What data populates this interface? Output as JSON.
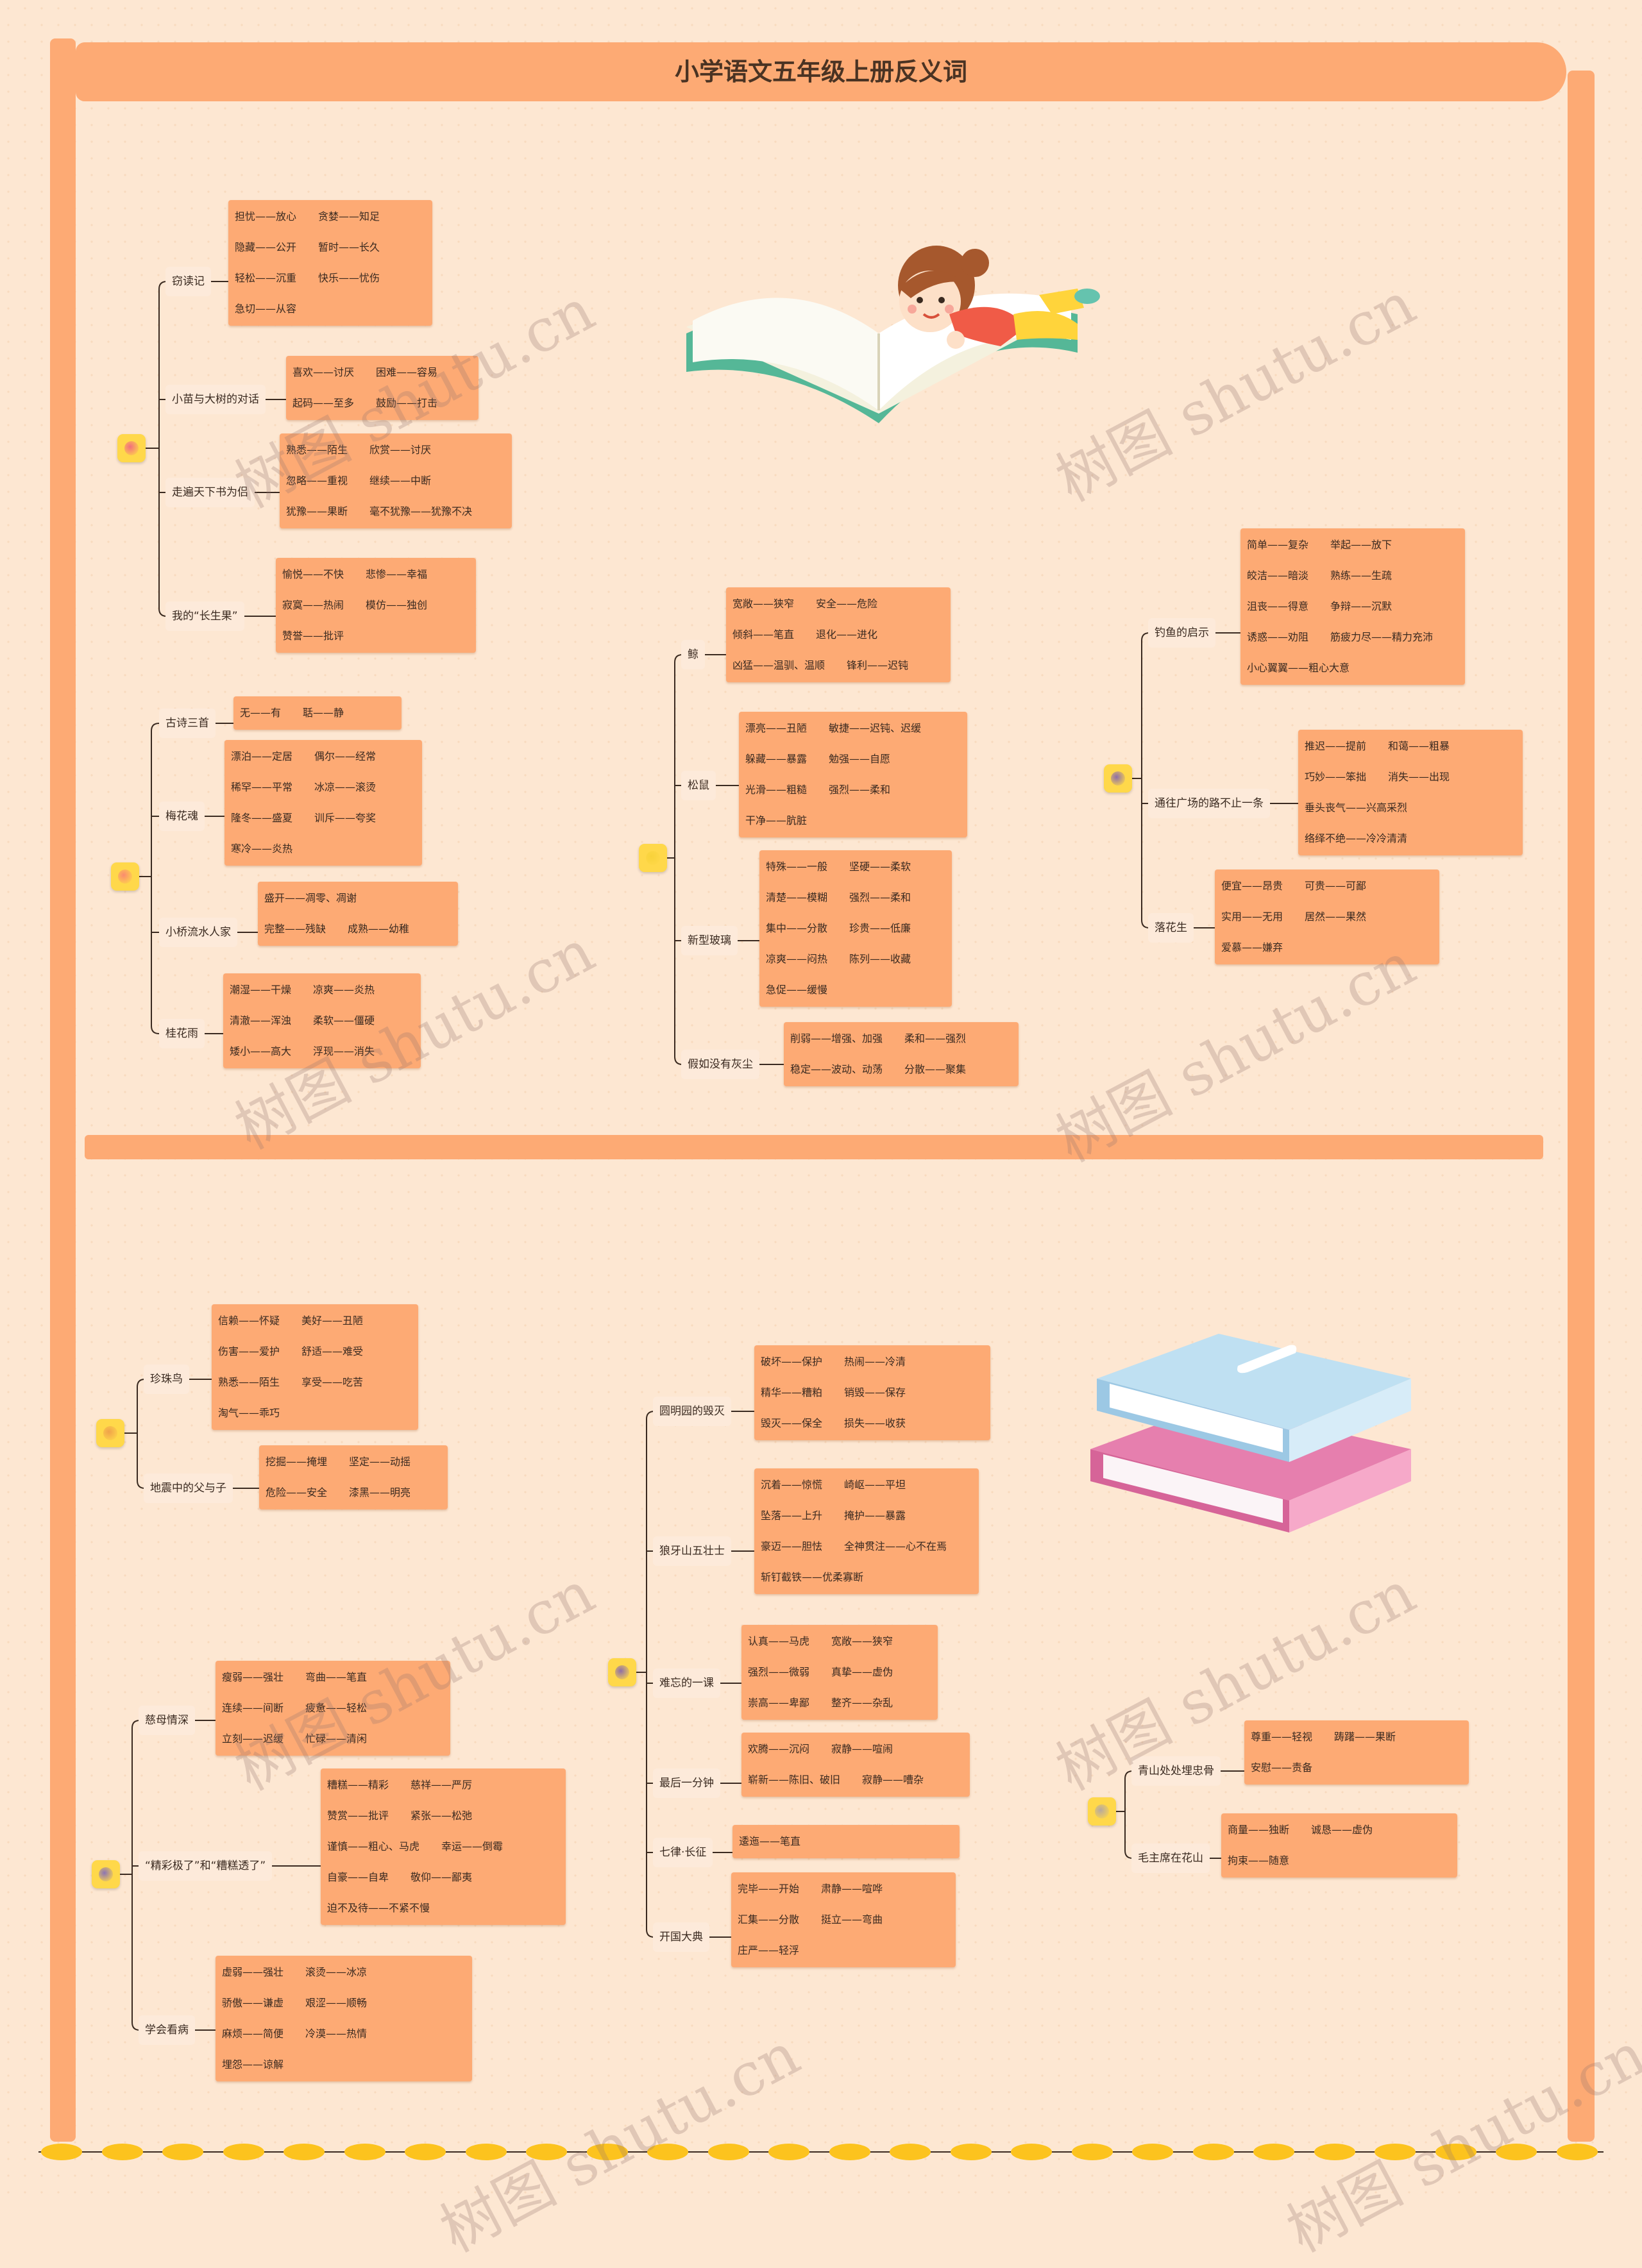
{
  "title": "小学语文五年级上册反义词",
  "watermark": "树图 shutu.cn",
  "colors": {
    "accent": "#fdaa74",
    "background": "#fde7d2",
    "node": "#ffd84a",
    "bead": "#fcc31e"
  },
  "groups": [
    {
      "branches": [
        {
          "label": "窃读记",
          "items": [
            [
              "担忧——放心",
              "贪婪——知足"
            ],
            [
              "隐藏——公开",
              "暂时——长久"
            ],
            [
              "轻松——沉重",
              "快乐——忧伤"
            ],
            [
              "急切——从容"
            ]
          ]
        },
        {
          "label": "小苗与大树的对话",
          "items": [
            [
              "喜欢——讨厌",
              "困难——容易"
            ],
            [
              "起码——至多",
              "鼓励——打击"
            ]
          ]
        },
        {
          "label": "走遍天下书为侣",
          "items": [
            [
              "熟悉——陌生",
              "欣赏——讨厌"
            ],
            [
              "忽略——重视",
              "继续——中断"
            ],
            [
              "犹豫——果断",
              "毫不犹豫——犹豫不决"
            ]
          ]
        },
        {
          "label": "我的“长生果”",
          "items": [
            [
              "愉悦——不快",
              "悲惨——幸福"
            ],
            [
              "寂寞——热闹",
              "模仿——独创"
            ],
            [
              "赞誉——批评"
            ]
          ]
        }
      ]
    },
    {
      "branches": [
        {
          "label": "古诗三首",
          "items": [
            [
              "无——有",
              "聒——静"
            ]
          ]
        },
        {
          "label": "梅花魂",
          "items": [
            [
              "漂泊——定居",
              "偶尔——经常"
            ],
            [
              "稀罕——平常",
              "冰凉——滚烫"
            ],
            [
              "隆冬——盛夏",
              "训斥——夸奖"
            ],
            [
              "寒冷——炎热"
            ]
          ]
        },
        {
          "label": "小桥流水人家",
          "items": [
            [
              "盛开——凋零、凋谢"
            ],
            [
              "完整——残缺",
              "成熟——幼稚"
            ]
          ]
        },
        {
          "label": "桂花雨",
          "items": [
            [
              "潮湿——干燥",
              "凉爽——炎热"
            ],
            [
              "清澈——浑浊",
              "柔软——僵硬"
            ],
            [
              "矮小——高大",
              "浮现——消失"
            ]
          ]
        }
      ]
    },
    {
      "branches": [
        {
          "label": "鲸",
          "items": [
            [
              "宽敞——狭窄",
              "安全——危险"
            ],
            [
              "倾斜——笔直",
              "退化——进化"
            ],
            [
              "凶猛——温驯、温顺",
              "锋利——迟钝"
            ]
          ]
        },
        {
          "label": "松鼠",
          "items": [
            [
              "漂亮——丑陋",
              "敏捷——迟钝、迟缓"
            ],
            [
              "躲藏——暴露",
              "勉强——自愿"
            ],
            [
              "光滑——粗糙",
              "强烈——柔和"
            ],
            [
              "干净——肮脏"
            ]
          ]
        },
        {
          "label": "新型玻璃",
          "items": [
            [
              "特殊——一般",
              "坚硬——柔软"
            ],
            [
              "清楚——模糊",
              "强烈——柔和"
            ],
            [
              "集中——分散",
              "珍贵——低廉"
            ],
            [
              "凉爽——闷热",
              "陈列——收藏"
            ],
            [
              "急促——缓慢"
            ]
          ]
        },
        {
          "label": "假如没有灰尘",
          "items": [
            [
              "削弱——增强、加强",
              "柔和——强烈"
            ],
            [
              "稳定——波动、动荡",
              "分散——聚集"
            ]
          ]
        }
      ]
    },
    {
      "branches": [
        {
          "label": "钓鱼的启示",
          "items": [
            [
              "简单——复杂",
              "举起——放下"
            ],
            [
              "皎洁——暗淡",
              "熟练——生疏"
            ],
            [
              "沮丧——得意",
              "争辩——沉默"
            ],
            [
              "诱惑——劝阻",
              "筋疲力尽——精力充沛"
            ],
            [
              "小心翼翼——粗心大意"
            ]
          ]
        },
        {
          "label": "通往广场的路不止一条",
          "items": [
            [
              "推迟——提前",
              "和蔼——粗暴"
            ],
            [
              "巧妙——笨拙",
              "消失——出现"
            ],
            [
              "垂头丧气——兴高采烈"
            ],
            [
              "络绎不绝——冷冷清清"
            ]
          ]
        },
        {
          "label": "落花生",
          "items": [
            [
              "便宜——昂贵",
              "可贵——可鄙"
            ],
            [
              "实用——无用",
              "居然——果然"
            ],
            [
              "爱慕——嫌弃"
            ]
          ]
        }
      ]
    },
    {
      "branches": [
        {
          "label": "珍珠鸟",
          "items": [
            [
              "信赖——怀疑",
              "美好——丑陋"
            ],
            [
              "伤害——爱护",
              "舒适——难受"
            ],
            [
              "熟悉——陌生",
              "享受——吃苦"
            ],
            [
              "淘气——乖巧"
            ]
          ]
        },
        {
          "label": "地震中的父与子",
          "items": [
            [
              "挖掘——掩埋",
              "坚定——动摇"
            ],
            [
              "危险——安全",
              "漆黑——明亮"
            ]
          ]
        }
      ]
    },
    {
      "branches": [
        {
          "label": "慈母情深",
          "items": [
            [
              "瘦弱——强壮",
              "弯曲——笔直"
            ],
            [
              "连续——间断",
              "疲惫——轻松"
            ],
            [
              "立刻——迟缓",
              "忙碌——清闲"
            ]
          ]
        },
        {
          "label": "“精彩极了”和“糟糕透了”",
          "items": [
            [
              "糟糕——精彩",
              "慈祥——严厉"
            ],
            [
              "赞赏——批评",
              "紧张——松弛"
            ],
            [
              "谨慎——粗心、马虎",
              "幸运——倒霉"
            ],
            [
              "自豪——自卑",
              "敬仰——鄙夷"
            ],
            [
              "迫不及待——不紧不慢"
            ]
          ]
        },
        {
          "label": "学会看病",
          "items": [
            [
              "虚弱——强壮",
              "滚烫——冰凉"
            ],
            [
              "骄傲——谦虚",
              "艰涩——顺畅"
            ],
            [
              "麻烦——简便",
              "冷漠——热情"
            ],
            [
              "埋怨——谅解"
            ]
          ]
        }
      ]
    },
    {
      "branches": [
        {
          "label": "圆明园的毁灭",
          "items": [
            [
              "破坏——保护",
              "热闹——冷清"
            ],
            [
              "精华——糟粕",
              "销毁——保存"
            ],
            [
              "毁灭——保全",
              "损失——收获"
            ]
          ]
        },
        {
          "label": "狼牙山五壮士",
          "items": [
            [
              "沉着——惊慌",
              "崎岖——平坦"
            ],
            [
              "坠落——上升",
              "掩护——暴露"
            ],
            [
              "豪迈——胆怯",
              "全神贯注——心不在焉"
            ],
            [
              "斩钉截铁——优柔寡断"
            ]
          ]
        },
        {
          "label": "难忘的一课",
          "items": [
            [
              "认真——马虎",
              "宽敞——狭窄"
            ],
            [
              "强烈——微弱",
              "真挚——虚伪"
            ],
            [
              "崇高——卑鄙",
              "整齐——杂乱"
            ]
          ]
        },
        {
          "label": "最后一分钟",
          "items": [
            [
              "欢腾——沉闷",
              "寂静——喧闹"
            ],
            [
              "崭新——陈旧、破旧",
              "寂静——嘈杂"
            ]
          ]
        },
        {
          "label": "七律·长征",
          "items": [
            [
              "逶迤——笔直"
            ]
          ]
        },
        {
          "label": "开国大典",
          "items": [
            [
              "完毕——开始",
              "肃静——喧哗"
            ],
            [
              "汇集——分散",
              "挺立——弯曲"
            ],
            [
              "庄严——轻浮"
            ]
          ]
        }
      ]
    },
    {
      "branches": [
        {
          "label": "青山处处埋忠骨",
          "items": [
            [
              "尊重——轻视",
              "踌躇——果断"
            ],
            [
              "安慰——责备"
            ]
          ]
        },
        {
          "label": "毛主席在花山",
          "items": [
            [
              "商量——独断",
              "诚恳——虚伪"
            ],
            [
              "拘束——随意"
            ]
          ]
        }
      ]
    }
  ]
}
